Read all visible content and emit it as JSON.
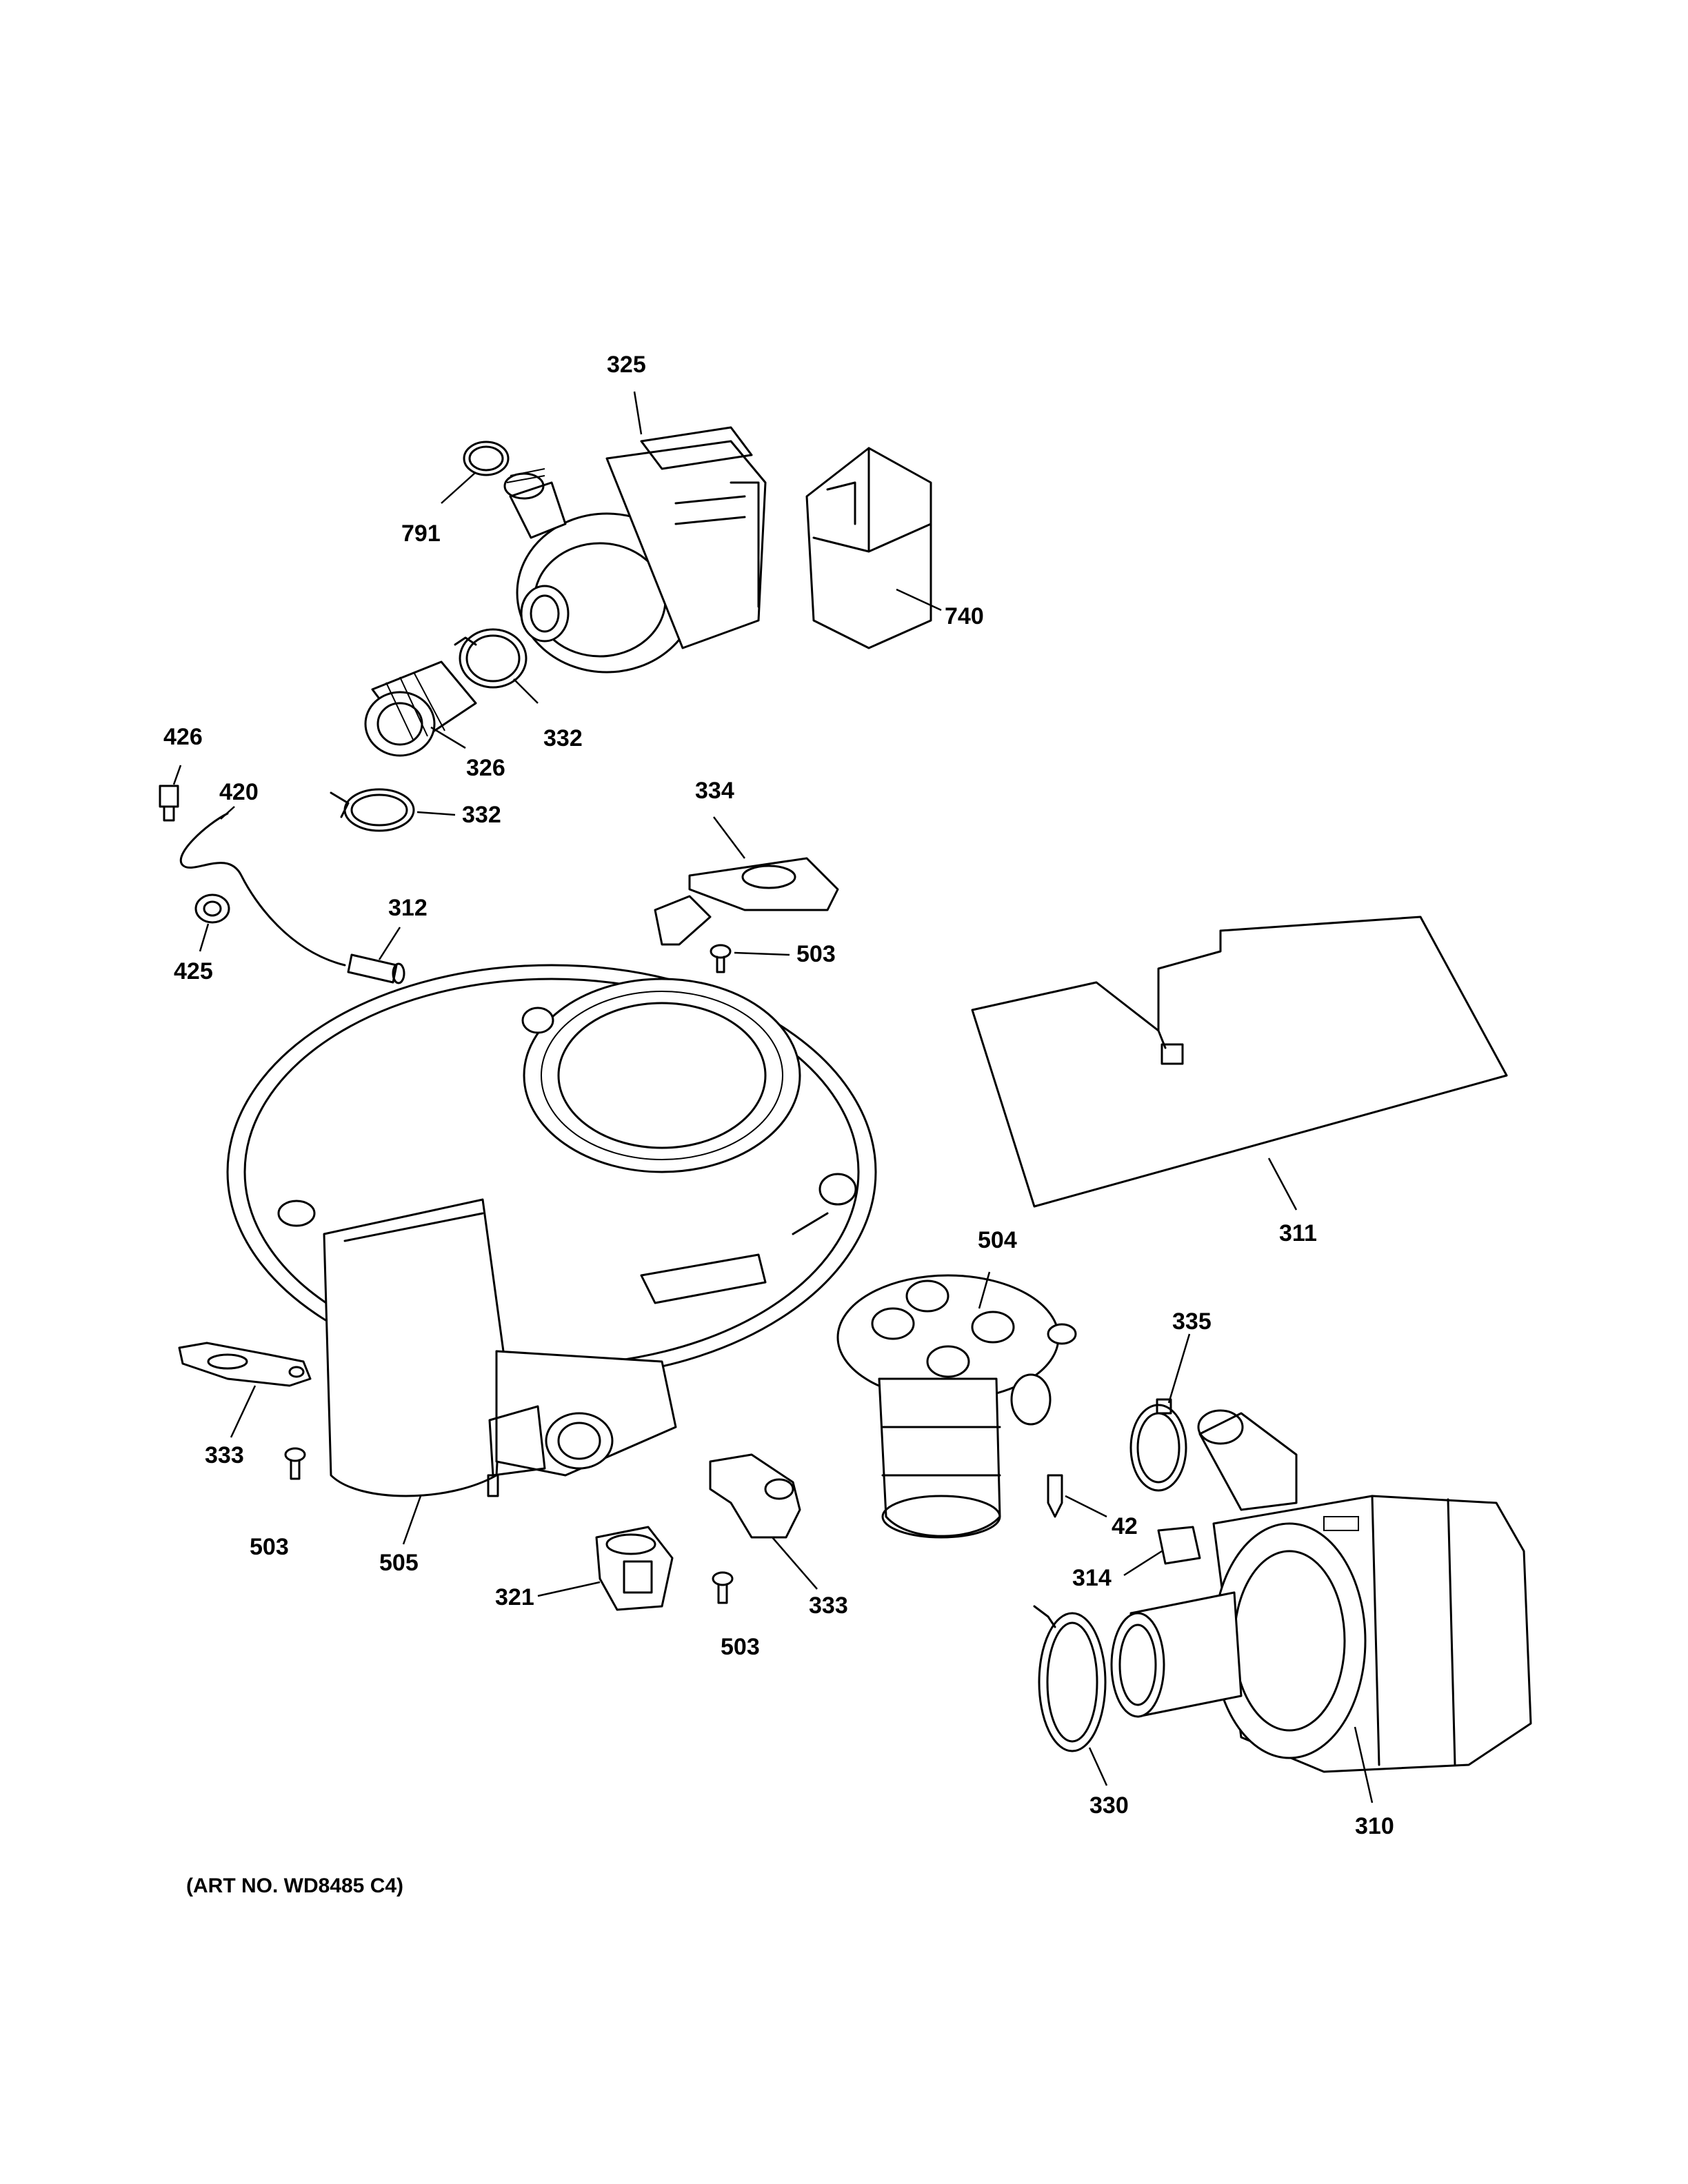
{
  "callouts": {
    "c325": "325",
    "c791": "791",
    "c740": "740",
    "c332a": "332",
    "c326": "326",
    "c332b": "332",
    "c426": "426",
    "c420": "420",
    "c425": "425",
    "c312": "312",
    "c334": "334",
    "c503a": "503",
    "c311": "311",
    "c504": "504",
    "c335": "335",
    "c333a": "333",
    "c503b": "503",
    "c505": "505",
    "c321": "321",
    "c333b": "333",
    "c503c": "503",
    "c42": "42",
    "c314": "314",
    "c330": "330",
    "c310": "310"
  },
  "art_number": "(ART NO. WD8485 C4)"
}
